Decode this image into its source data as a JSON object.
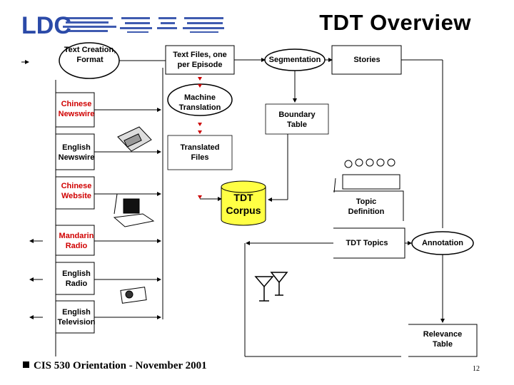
{
  "title": "TDT Overview",
  "logo_text": "LDC",
  "footer": "CIS 530 Orientation - November 2001",
  "page_number": "12",
  "nodes": {
    "text_creation": "Text Creation, Format",
    "text_files": "Text Files, one per Episode",
    "segmentation": "Segmentation",
    "stories": "Stories",
    "machine_translation": "Machine Translation",
    "boundary_table": "Boundary Table",
    "translated_files": "Translated Files",
    "tdt_corpus": "TDT Corpus",
    "topic_definition": "Topic Definition",
    "tdt_topics": "TDT Topics",
    "annotation": "Annotation",
    "relevance_table": "Relevance Table"
  },
  "sources": {
    "chinese_newswire": "Chinese Newswire",
    "english_newswire": "English Newswire",
    "chinese_website": "Chinese Website",
    "mandarin_radio": "Mandarin Radio",
    "english_radio": "English Radio",
    "english_television": "English Television"
  },
  "colors": {
    "corpus_fill": "#ffff44",
    "source_red": "#d00000",
    "arrow_red": "#cc0000"
  }
}
